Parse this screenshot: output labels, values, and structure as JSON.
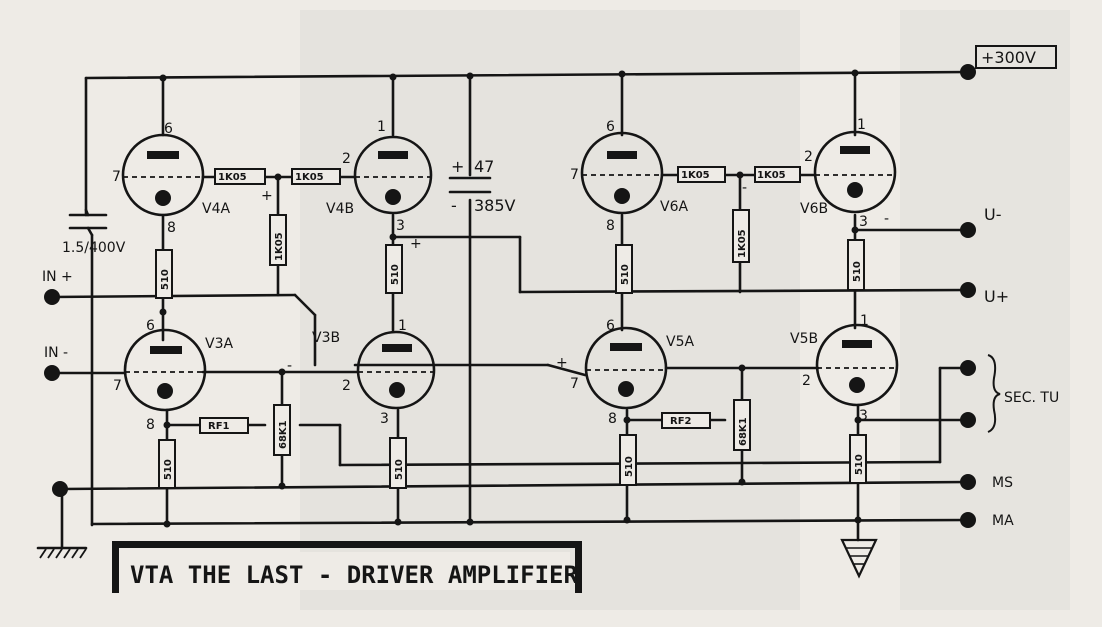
{
  "title": "VTA THE LAST - DRIVER AMPLIFIER",
  "supply": "+300V",
  "tubes": [
    {
      "id": "v4a",
      "label": "V4A",
      "pins": [
        "6",
        "7",
        "8"
      ]
    },
    {
      "id": "v4b",
      "label": "V4B",
      "pins": [
        "1",
        "2",
        "3"
      ]
    },
    {
      "id": "v6a",
      "label": "V6A",
      "pins": [
        "6",
        "7",
        "8"
      ]
    },
    {
      "id": "v6b",
      "label": "V6B",
      "pins": [
        "1",
        "2",
        "3"
      ]
    },
    {
      "id": "v3a",
      "label": "V3A",
      "pins": [
        "6",
        "7",
        "8"
      ]
    },
    {
      "id": "v3b",
      "label": "V3B",
      "pins": [
        "1",
        "2",
        "3"
      ]
    },
    {
      "id": "v5a",
      "label": "V5A",
      "pins": [
        "6",
        "7",
        "8"
      ]
    },
    {
      "id": "v5b",
      "label": "V5B",
      "pins": [
        "1",
        "2",
        "3"
      ]
    }
  ],
  "resistors": [
    "1K05",
    "1K05",
    "1K05",
    "1K05",
    "1K05",
    "1K05",
    "510",
    "510",
    "510",
    "510",
    "510",
    "510",
    "510",
    "510",
    "RF1",
    "RF2",
    "68K1",
    "68K1"
  ],
  "capacitors": [
    "1.5/400V",
    "47",
    "385V"
  ],
  "terminals": [
    "IN +",
    "IN -",
    "U-",
    "U+",
    "SEC. TU",
    "MS",
    "MA"
  ],
  "symbols": {
    "plus": "+",
    "minus": "-"
  },
  "colors": {
    "paper": "#eeebe6",
    "ink": "#151515"
  }
}
